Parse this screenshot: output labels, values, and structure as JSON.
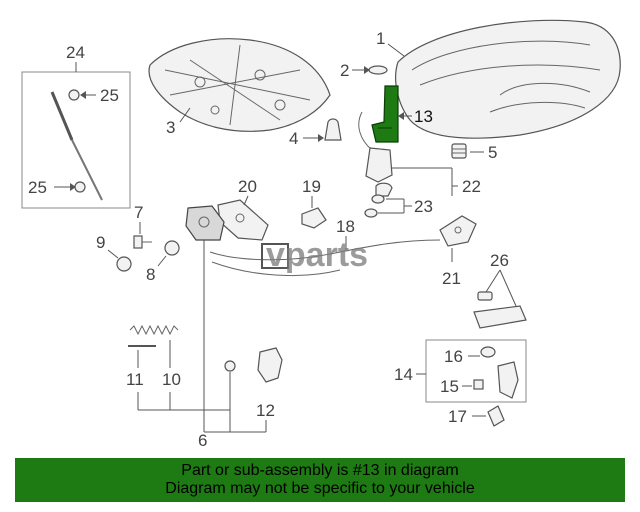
{
  "diagram": {
    "callouts": {
      "c1": "1",
      "c2": "2",
      "c3": "3",
      "c4": "4",
      "c5": "5",
      "c6": "6",
      "c7": "7",
      "c8": "8",
      "c9": "9",
      "c10": "10",
      "c11": "11",
      "c12": "12",
      "c13": "13",
      "c14": "14",
      "c15": "15",
      "c16": "16",
      "c17": "17",
      "c18": "18",
      "c19": "19",
      "c20": "20",
      "c21": "21",
      "c22": "22",
      "c23": "23",
      "c24": "24",
      "c25a": "25",
      "c25b": "25",
      "c26": "26"
    },
    "highlighted_part": "13",
    "highlight_color": "#1e7a12",
    "watermark": "vparts"
  },
  "footer": {
    "line1": "Part or sub-assembly is #13 in diagram",
    "line2": "Diagram may not be specific to your vehicle",
    "background": "#1e7a12"
  }
}
